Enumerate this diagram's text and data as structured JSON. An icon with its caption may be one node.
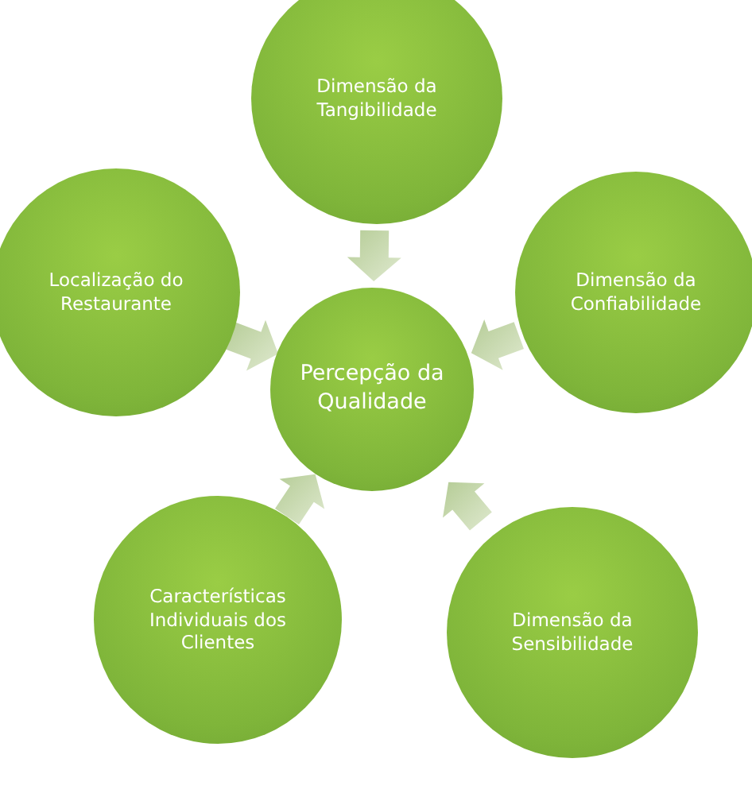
{
  "diagram": {
    "nodes": [
      {
        "text": [
          "Dimensão da Tangibilidade"
        ]
      },
      {
        "text": [
          "Localização do Restaurante"
        ]
      },
      {
        "text": [
          "Dimensão da Confiabilidade"
        ]
      },
      {
        "text": [
          "Percepção da Qualidade"
        ]
      },
      {
        "text": [
          "Características Individuais dos Clientes"
        ]
      },
      {
        "text": [
          "Dimensão da Sensibilidade"
        ]
      }
    ],
    "edges": [
      {
        "from": 0,
        "to": 3,
        "arrow": "to"
      },
      {
        "from": 1,
        "to": 3,
        "arrow": "to"
      },
      {
        "from": 2,
        "to": 3,
        "arrow": "to"
      },
      {
        "from": 4,
        "to": 3,
        "arrow": "to"
      },
      {
        "from": 5,
        "to": 3,
        "arrow": "to"
      }
    ]
  }
}
